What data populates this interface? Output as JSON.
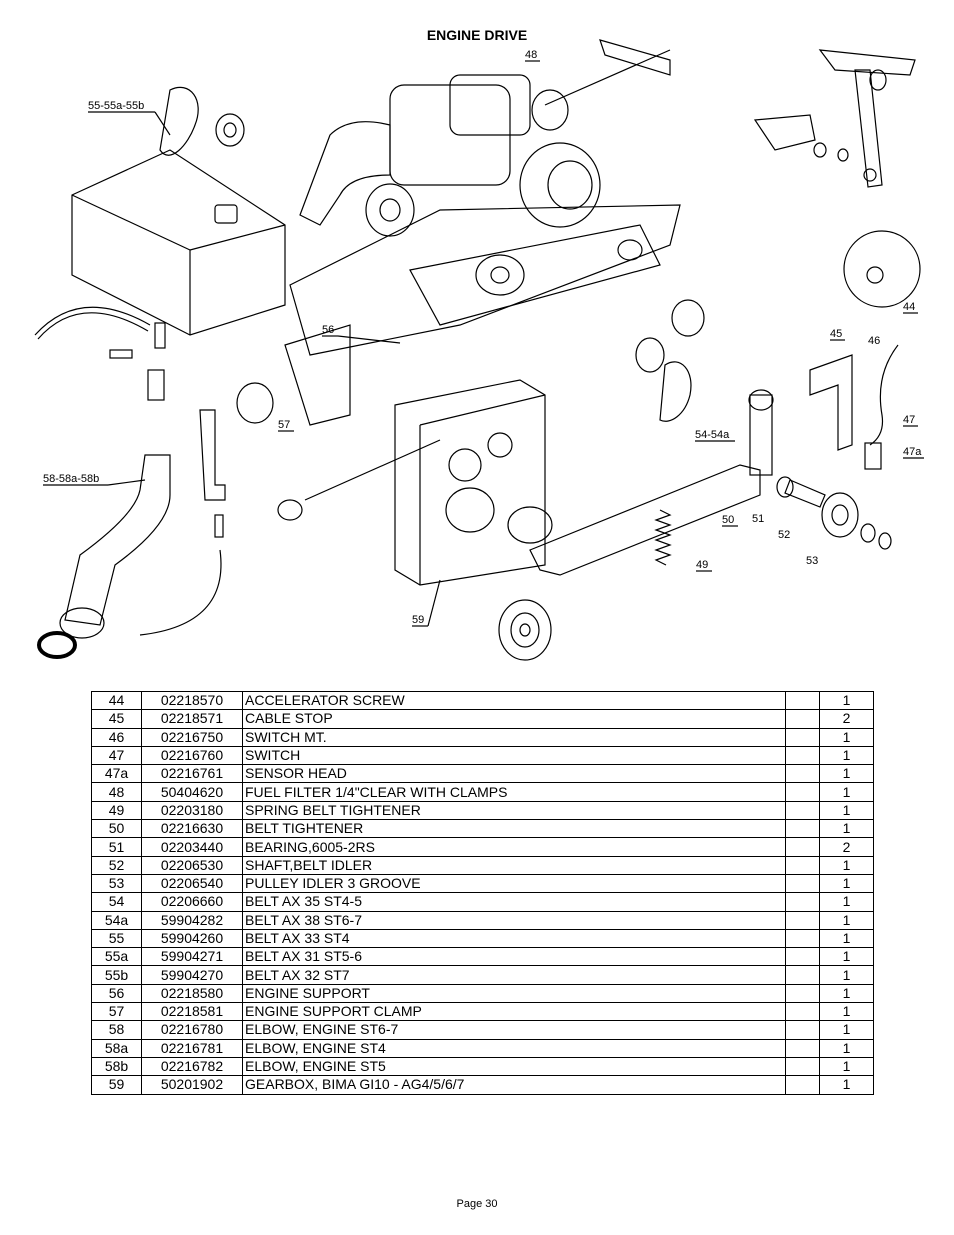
{
  "page": {
    "title": "ENGINE DRIVE",
    "footer": "Page 30"
  },
  "diagram": {
    "callouts": [
      "48",
      "55-55a-55b",
      "56",
      "57",
      "58-58a-58b",
      "59",
      "44",
      "45",
      "46",
      "47",
      "47a",
      "54-54a",
      "50",
      "51",
      "52",
      "53",
      "49"
    ]
  },
  "parts_table": {
    "rows": [
      {
        "item": "44",
        "part": "02218570",
        "desc": "ACCELERATOR SCREW",
        "blank": "",
        "qty": "1"
      },
      {
        "item": "45",
        "part": "02218571",
        "desc": "CABLE STOP",
        "blank": "",
        "qty": "2"
      },
      {
        "item": "46",
        "part": "02216750",
        "desc": "SWITCH MT.",
        "blank": "",
        "qty": "1"
      },
      {
        "item": "47",
        "part": "02216760",
        "desc": "SWITCH",
        "blank": "",
        "qty": "1"
      },
      {
        "item": "47a",
        "part": "02216761",
        "desc": "SENSOR HEAD",
        "blank": "",
        "qty": "1"
      },
      {
        "item": "48",
        "part": "50404620",
        "desc": "FUEL FILTER 1/4\"CLEAR WITH CLAMPS",
        "blank": "",
        "qty": "1"
      },
      {
        "item": "49",
        "part": "02203180",
        "desc": "SPRING BELT TIGHTENER",
        "blank": "",
        "qty": "1"
      },
      {
        "item": "50",
        "part": "02216630",
        "desc": "BELT TIGHTENER",
        "blank": "",
        "qty": "1"
      },
      {
        "item": "51",
        "part": "02203440",
        "desc": "BEARING,6005-2RS",
        "blank": "",
        "qty": "2"
      },
      {
        "item": "52",
        "part": "02206530",
        "desc": "SHAFT,BELT IDLER",
        "blank": "",
        "qty": "1"
      },
      {
        "item": "53",
        "part": "02206540",
        "desc": "PULLEY IDLER 3 GROOVE",
        "blank": "",
        "qty": "1"
      },
      {
        "item": "54",
        "part": "02206660",
        "desc": "BELT AX 35    ST4-5",
        "blank": "",
        "qty": "1"
      },
      {
        "item": "54a",
        "part": "59904282",
        "desc": "BELT AX 38    ST6-7",
        "blank": "",
        "qty": "1"
      },
      {
        "item": "55",
        "part": "59904260",
        "desc": "BELT AX 33     ST4",
        "blank": "",
        "qty": "1"
      },
      {
        "item": "55a",
        "part": "59904271",
        "desc": "BELT AX 31    ST5-6",
        "blank": "",
        "qty": "1"
      },
      {
        "item": "55b",
        "part": "59904270",
        "desc": "BELT AX 32    ST7",
        "blank": "",
        "qty": "1"
      },
      {
        "item": "56",
        "part": "02218580",
        "desc": "ENGINE SUPPORT",
        "blank": "",
        "qty": "1"
      },
      {
        "item": "57",
        "part": "02218581",
        "desc": "ENGINE SUPPORT CLAMP",
        "blank": "",
        "qty": "1"
      },
      {
        "item": "58",
        "part": "02216780",
        "desc": "ELBOW, ENGINE ST6-7",
        "blank": "",
        "qty": "1"
      },
      {
        "item": "58a",
        "part": "02216781",
        "desc": "ELBOW, ENGINE ST4",
        "blank": "",
        "qty": "1"
      },
      {
        "item": "58b",
        "part": "02216782",
        "desc": "ELBOW, ENGINE ST5",
        "blank": "",
        "qty": "1"
      },
      {
        "item": "59",
        "part": "50201902",
        "desc": "GEARBOX, BIMA GI10 - AG4/5/6/7",
        "blank": "",
        "qty": "1"
      }
    ]
  }
}
